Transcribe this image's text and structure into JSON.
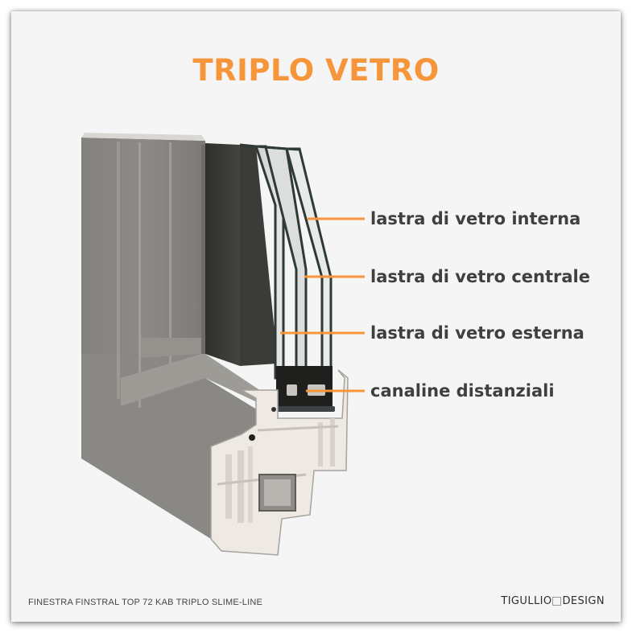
{
  "title": "TRIPLO VETRO",
  "colors": {
    "accent": "#f7953b",
    "label_text": "#3f3f41",
    "background": "#f5f5f5",
    "frame_aluminium": "#8a8884",
    "pvc_core": "#efe9e3",
    "glass_edge": "#2f3a34"
  },
  "labels": [
    {
      "id": "inner-pane",
      "text": "lastra di vetro interna"
    },
    {
      "id": "middle-pane",
      "text": "lastra di vetro centrale"
    },
    {
      "id": "outer-pane",
      "text": "lastra di vetro esterna"
    },
    {
      "id": "spacers",
      "text": "canaline distanziali"
    }
  ],
  "footer": {
    "caption": "FINESTRA FINSTRAL TOP 72 KAB TRIPLO SLIME-LINE",
    "brand_left": "TIGULLIO",
    "brand_right": "DESIGN"
  }
}
